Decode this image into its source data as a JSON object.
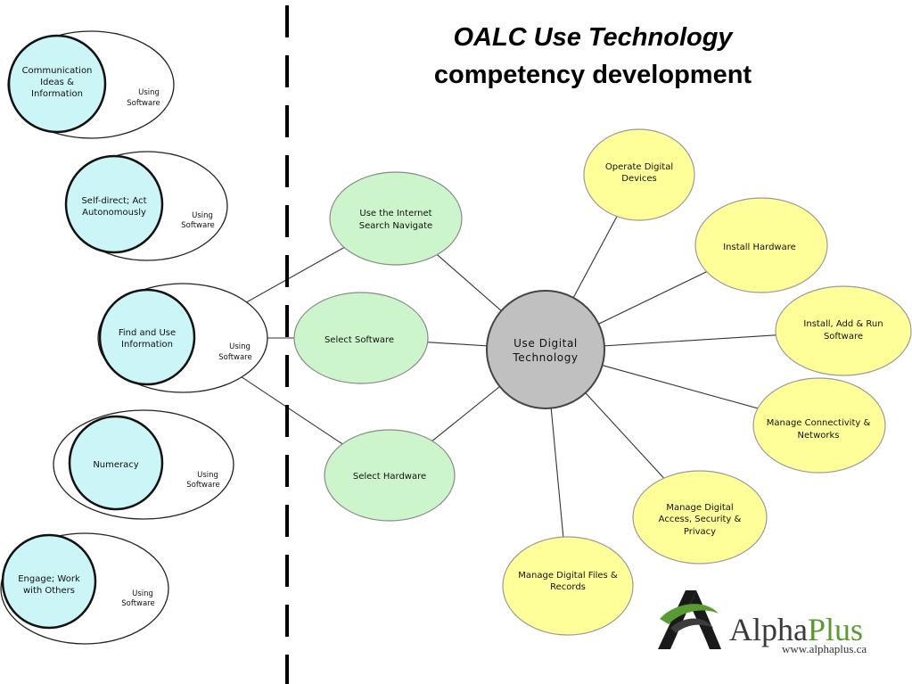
{
  "title": {
    "line1": "OALC Use Technology",
    "line2": "competency development"
  },
  "left_groups": [
    {
      "lines": [
        "Communication",
        "Ideas &",
        "Information"
      ],
      "sublabel_lines": [
        "Using",
        "Software"
      ]
    },
    {
      "lines": [
        "Self-direct; Act",
        "Autonomously"
      ],
      "sublabel_lines": [
        "Using",
        "Software"
      ]
    },
    {
      "lines": [
        "Find and Use",
        "Information"
      ],
      "sublabel_lines": [
        "Using",
        "Software"
      ]
    },
    {
      "lines": [
        "Numeracy"
      ],
      "sublabel_lines": [
        "Using",
        "Software"
      ]
    },
    {
      "lines": [
        "Engage; Work",
        "with Others"
      ],
      "sublabel_lines": [
        "Using",
        "Software"
      ]
    }
  ],
  "green_nodes": [
    {
      "lines": [
        "Use the Internet",
        "Search Navigate"
      ]
    },
    {
      "lines": [
        "Select Software"
      ]
    },
    {
      "lines": [
        "Select Hardware"
      ]
    }
  ],
  "center_node": {
    "lines": [
      "Use Digital",
      "Technology"
    ]
  },
  "yellow_nodes": [
    {
      "lines": [
        "Operate Digital",
        "Devices"
      ]
    },
    {
      "lines": [
        "Install Hardware"
      ]
    },
    {
      "lines": [
        "Install, Add & Run",
        "Software"
      ]
    },
    {
      "lines": [
        "Manage Connectivity &",
        "Networks"
      ]
    },
    {
      "lines": [
        "Manage Digital",
        "Access, Security &",
        "Privacy"
      ]
    },
    {
      "lines": [
        "Manage Digital Files &",
        "Records"
      ]
    }
  ],
  "logo": {
    "name_part1": "Alpha",
    "name_part2": "Plus",
    "url": "www.alphaplus.ca"
  },
  "colors": {
    "skill_fill": "#cbf5f6",
    "digital_fill": "#ccf5cc",
    "center_fill": "#c0c0c0",
    "task_fill": "#ffff99",
    "logo_dark": "#3a3a3a",
    "logo_green": "#5a9a32"
  }
}
